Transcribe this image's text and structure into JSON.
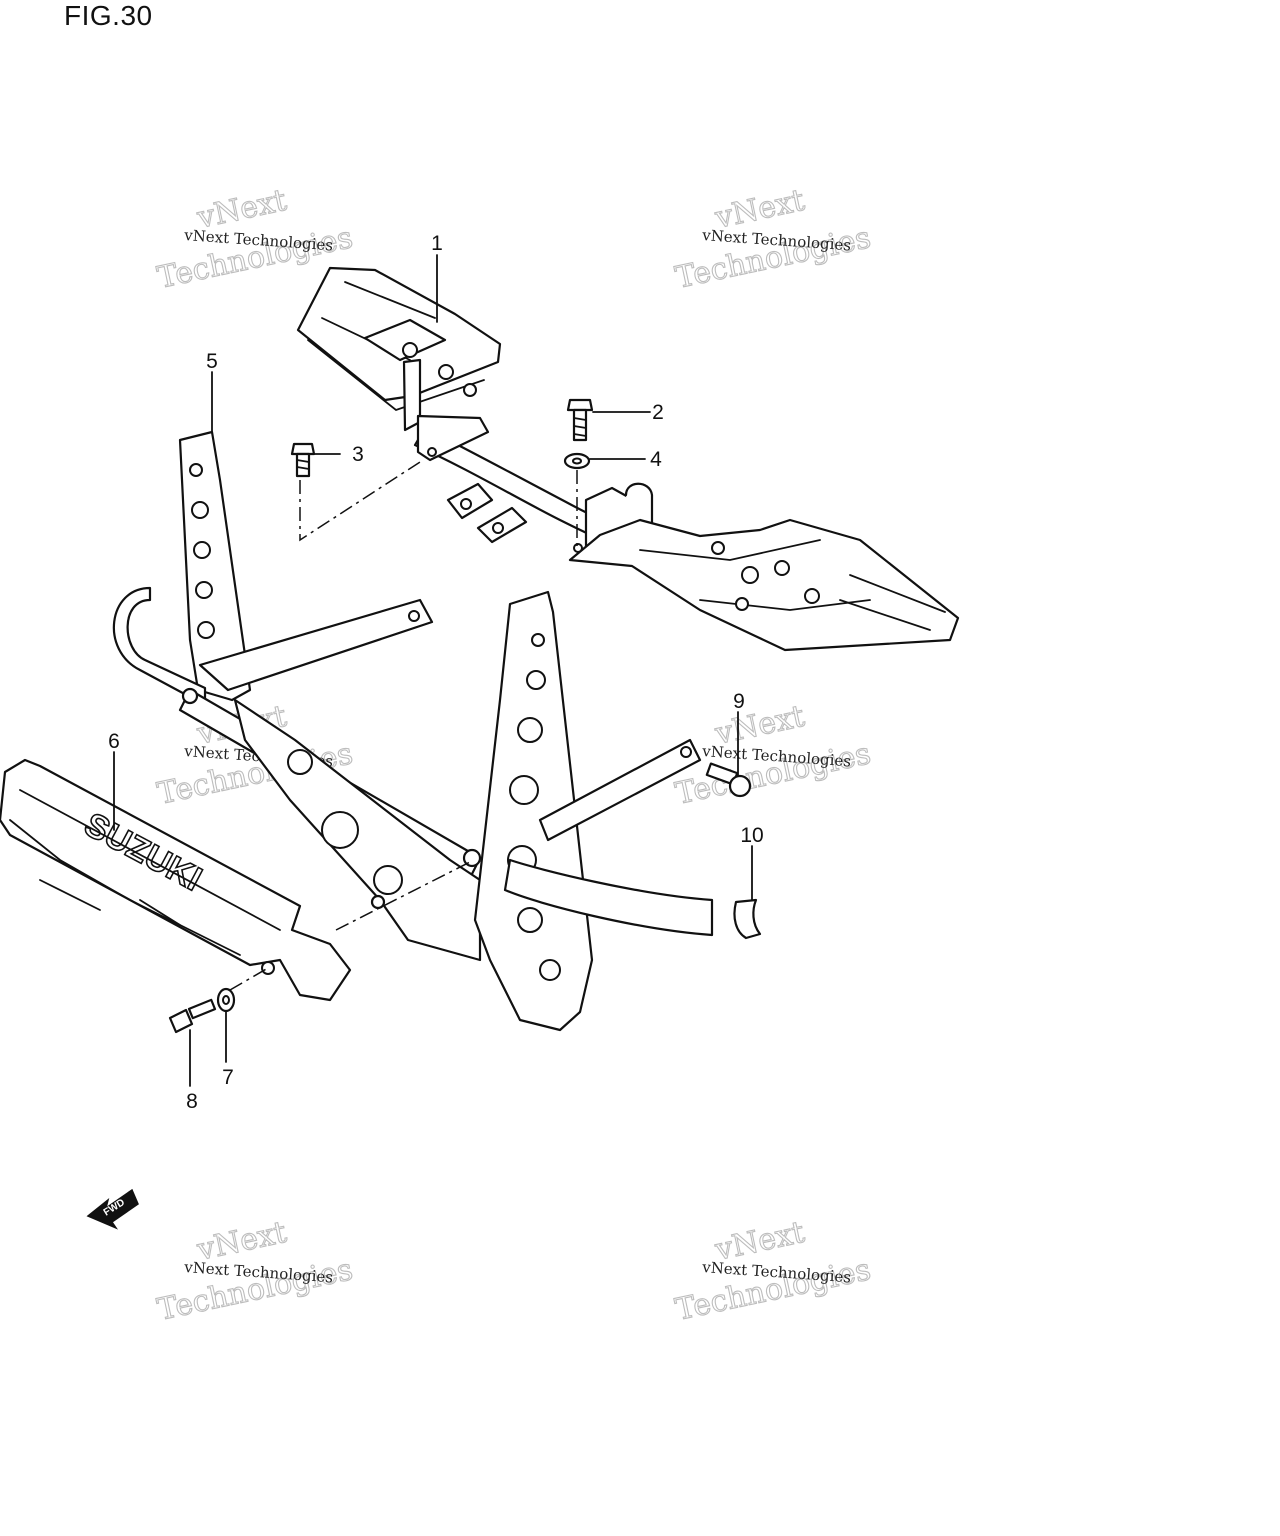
{
  "figure": {
    "title": "FIG.30"
  },
  "callouts": [
    {
      "id": "1",
      "label": "1"
    },
    {
      "id": "2",
      "label": "2"
    },
    {
      "id": "3",
      "label": "3"
    },
    {
      "id": "4",
      "label": "4"
    },
    {
      "id": "5",
      "label": "5"
    },
    {
      "id": "6",
      "label": "6"
    },
    {
      "id": "7",
      "label": "7"
    },
    {
      "id": "8",
      "label": "8"
    },
    {
      "id": "9",
      "label": "9"
    },
    {
      "id": "10",
      "label": "10"
    }
  ],
  "watermark": {
    "small_text": "vNext Technologies",
    "big_line1": "vNext",
    "big_line2": "Technologies"
  },
  "logo_text": "SUZUKI",
  "direction_label": "FWD",
  "icons": [
    "fwd-arrow-icon"
  ]
}
